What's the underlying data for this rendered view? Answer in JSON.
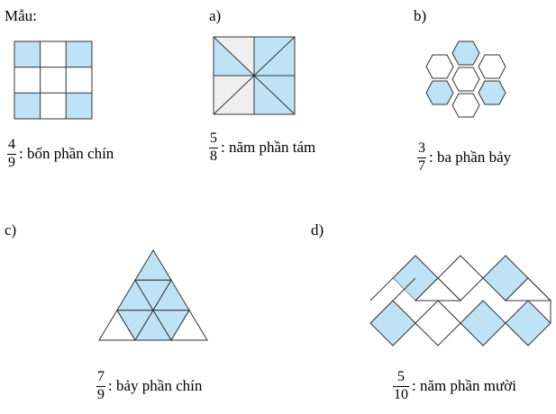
{
  "labels": {
    "sample": "Mẫu:",
    "a": "a)",
    "b": "b)",
    "c": "c)",
    "d": "d)"
  },
  "colors": {
    "shade": "#bfe3f6",
    "line": "#333333",
    "hex_fill": "#d5ecfa"
  },
  "figures": {
    "sample": {
      "numerator": "4",
      "denominator": "9",
      "text": ": bốn phần chín",
      "shaded": 4,
      "total": 9
    },
    "a": {
      "numerator": "5",
      "denominator": "8",
      "text": ": năm phần tám",
      "shaded": 5,
      "total": 8
    },
    "b": {
      "numerator": "3",
      "denominator": "7",
      "text": ": ba phần bảy",
      "shaded": 3,
      "total": 7
    },
    "c": {
      "numerator": "7",
      "denominator": "9",
      "text": ": bảy phần chín",
      "shaded": 7,
      "total": 9
    },
    "d": {
      "numerator": "5",
      "denominator": "10",
      "text": ": năm phần mười",
      "shaded": 5,
      "total": 10
    }
  }
}
